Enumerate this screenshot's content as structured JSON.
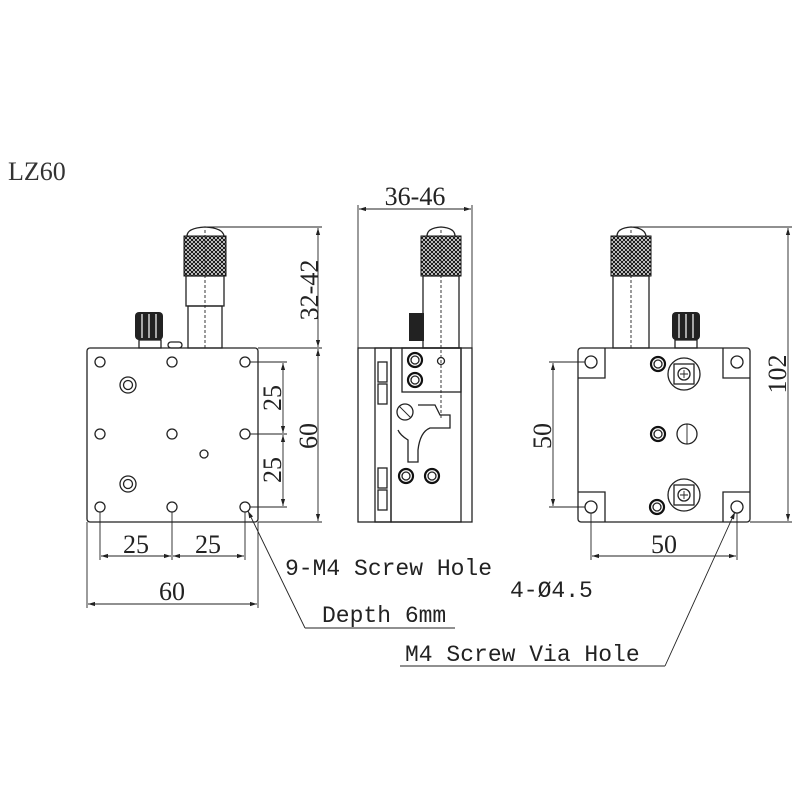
{
  "title": "LZ60",
  "views": {
    "front": {
      "height_range": "32-42",
      "hole_spacing_v1": "25",
      "hole_spacing_v2": "25",
      "plate_height": "60",
      "hole_spacing_h1": "25",
      "hole_spacing_h2": "25",
      "plate_width": "60"
    },
    "side": {
      "width_range": "36-46"
    },
    "back": {
      "total_height": "102",
      "hole_spacing_v": "50",
      "hole_spacing_h": "50"
    }
  },
  "annotations": {
    "screw_hole": "9-M4 Screw Hole",
    "depth": "Depth 6mm",
    "via_hole_count": "4-Ø4.5",
    "via_hole": "M4 Screw Via Hole"
  }
}
